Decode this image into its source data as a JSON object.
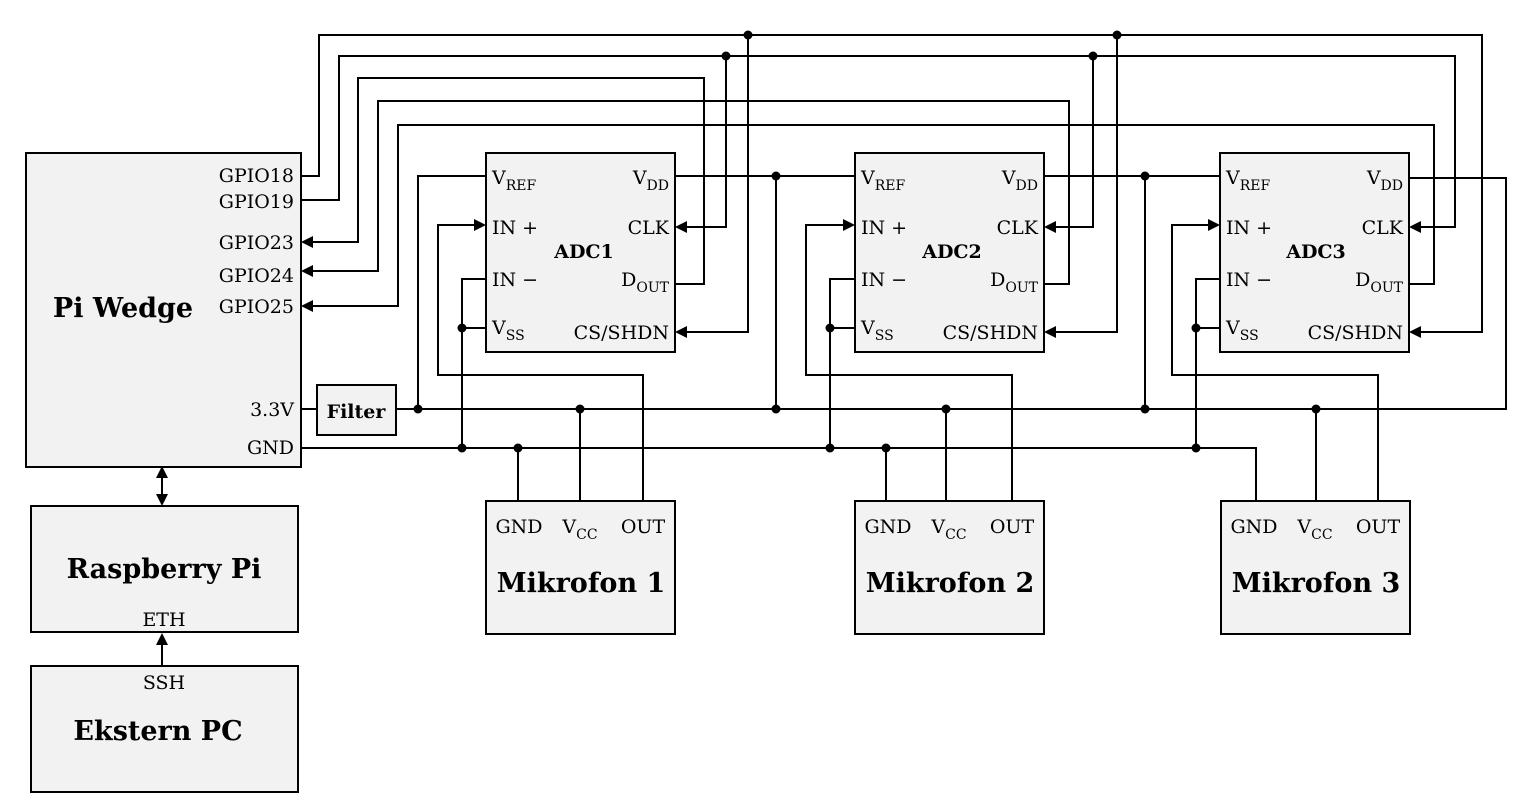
{
  "blocks": {
    "pi_wedge": "Pi Wedge",
    "raspberry_pi": "Raspberry Pi",
    "ekstern_pc": "Ekstern PC",
    "filter": "Filter"
  },
  "pi_wedge_pins": {
    "gpio18": "GPIO18",
    "gpio19": "GPIO19",
    "gpio23": "GPIO23",
    "gpio24": "GPIO24",
    "gpio25": "GPIO25",
    "v33": "3.3V",
    "gnd": "GND"
  },
  "links": {
    "eth": "ETH",
    "ssh": "SSH"
  },
  "adc_pins": {
    "v": "V",
    "ref": "REF",
    "dd": "DD",
    "in_plus": "IN +",
    "in_minus": "IN −",
    "ss": "SS",
    "clk": "CLK",
    "d": "D",
    "out": "OUT",
    "cs_shdn": "CS/SHDN"
  },
  "adcs": [
    {
      "name": "ADC1"
    },
    {
      "name": "ADC2"
    },
    {
      "name": "ADC3"
    }
  ],
  "mic_pins": {
    "gnd": "GND",
    "v": "V",
    "cc": "CC",
    "out": "OUT"
  },
  "mics": [
    {
      "name": "Mikrofon 1"
    },
    {
      "name": "Mikrofon 2"
    },
    {
      "name": "Mikrofon 3"
    }
  ]
}
